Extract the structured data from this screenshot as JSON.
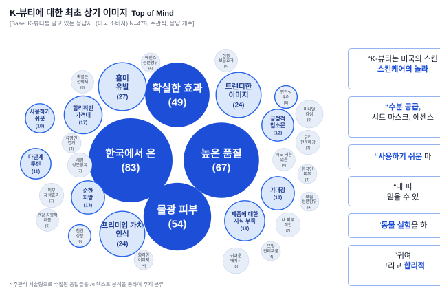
{
  "header": {
    "title": "K-뷰티에 대한 최초 상기 이미지",
    "title_en": "Top of Mind",
    "base": "[Base: K-뷰티를 알고 있는 응답자, (미국 소비자) N=478, 주관식, 응답 개수]"
  },
  "footnote": "* 주관식 서술형으로 수집된 응답들을 AI 텍스트 분석을 통하여 주제 분류",
  "colors": {
    "large_fill": "#1d4ed8",
    "large_text": "#ffffff",
    "mid_fill": "#dbe7fb",
    "mid_stroke": "#2563eb",
    "mid_text": "#1e3a8a",
    "small_fill": "#dbe7fb",
    "tiny_fill": "#e8eef8",
    "tiny_text": "#374151",
    "accent": "#1d4ed8"
  },
  "chart_data": {
    "type": "bubble",
    "title": "K-뷰티에 대한 최초 상기 이미지 Top of Mind",
    "bubbles": [
      {
        "label": "한국에서 온",
        "value": 83
      },
      {
        "label": "높은 품질",
        "value": 67
      },
      {
        "label": "물광 피부",
        "value": 54
      },
      {
        "label": "확실한 효과",
        "value": 49
      },
      {
        "label": "흠미 유발",
        "value": 27
      },
      {
        "label": "트렌디한 이미지",
        "value": 24
      },
      {
        "label": "프리미엄 가치 인식",
        "value": 24
      },
      {
        "label": "제품에 대한 지식 부족",
        "value": 19
      },
      {
        "label": "합리적인 가격대",
        "value": 17
      },
      {
        "label": "기대감",
        "value": 13
      },
      {
        "label": "순한 처방",
        "value": 13
      },
      {
        "label": "긍정적 입소문",
        "value": 12
      },
      {
        "label": "다단계 루틴",
        "value": 11
      },
      {
        "label": "사용하기 쉬운",
        "value": 10
      },
      {
        "label": "미니멀 감성",
        "value": 9
      },
      {
        "label": "귀여운 패키지",
        "value": 8
      },
      {
        "label": "세럼 성분함유",
        "value": 7
      },
      {
        "label": "피부 재생효과",
        "value": 7
      },
      {
        "label": "뷰티 전문매장",
        "value": 7
      },
      {
        "label": "내 피부 적합",
        "value": 7
      },
      {
        "label": "촉넓은 선택지",
        "value": 6
      },
      {
        "label": "안전성 우려",
        "value": 6
      },
      {
        "label": "건강 지향적 제품",
        "value": 6
      },
      {
        "label": "집중 보습효과",
        "value": 6
      },
      {
        "label": "시도 의향 있음",
        "value": 6
      },
      {
        "label": "천연 성분",
        "value": 6
      },
      {
        "label": "에센스 성분함유",
        "value": 4
      },
      {
        "label": "유명인 연계",
        "value": 4
      },
      {
        "label": "한국인 피부",
        "value": 4
      },
      {
        "label": "보습 성분함유",
        "value": 4
      },
      {
        "label": "모발 관리제품",
        "value": 4
      },
      {
        "label": "화려한 이미지",
        "value": 4
      }
    ]
  },
  "quotes": [
    {
      "parts": [
        {
          "text": "“K-뷰티는 미국의 스킨",
          "style": "dark"
        }
      ],
      "line2": [
        {
          "text": "스킨케어의 놀라",
          "style": "hl"
        }
      ]
    },
    {
      "parts": [
        {
          "text": "“수분 공급, ",
          "style": "hl"
        }
      ],
      "line2": [
        {
          "text": "시트 마스크, 에센스",
          "style": "dark"
        }
      ]
    },
    {
      "parts": [
        {
          "text": "“사용하기 쉬운 ",
          "style": "hl"
        },
        {
          "text": "마",
          "style": "dark"
        }
      ],
      "line2": []
    },
    {
      "parts": [
        {
          "text": "“내 피",
          "style": "dark"
        }
      ],
      "line2": [
        {
          "text": "믿을 수 있",
          "style": "dark"
        }
      ]
    },
    {
      "parts": [
        {
          "text": "“",
          "style": "dark"
        },
        {
          "text": "동물 실험",
          "style": "hl"
        },
        {
          "text": "을 하",
          "style": "dark"
        }
      ],
      "line2": []
    },
    {
      "parts": [
        {
          "text": "“귀여",
          "style": "dark"
        }
      ],
      "line2": [
        {
          "text": "그리고 ",
          "style": "dark"
        },
        {
          "text": "합리적 ",
          "style": "hl"
        }
      ]
    }
  ]
}
